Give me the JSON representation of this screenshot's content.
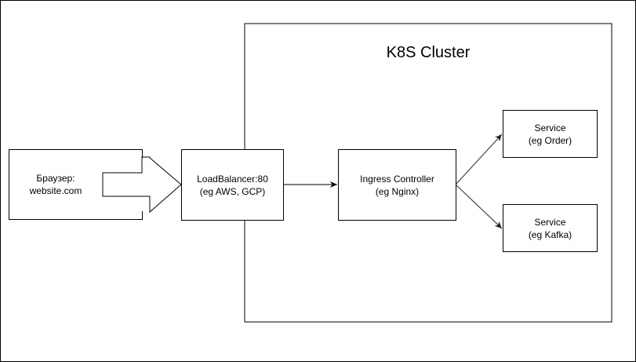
{
  "cluster": {
    "title": "K8S Cluster"
  },
  "nodes": {
    "browser": {
      "line1": "Браузер:",
      "line2": "website.com"
    },
    "load_balancer": {
      "line1": "LoadBalancer:80",
      "line2": "(eg AWS, GCP)"
    },
    "ingress": {
      "line1": "Ingress Controller",
      "line2": "(eg Nginx)"
    },
    "service_order": {
      "line1": "Service",
      "line2": "(eg Order)"
    },
    "service_kafka": {
      "line1": "Service",
      "line2": "(eg Kafka)"
    }
  },
  "colors": {
    "stroke": "#000000",
    "fill": "#ffffff",
    "service_arrow": "#444444"
  }
}
